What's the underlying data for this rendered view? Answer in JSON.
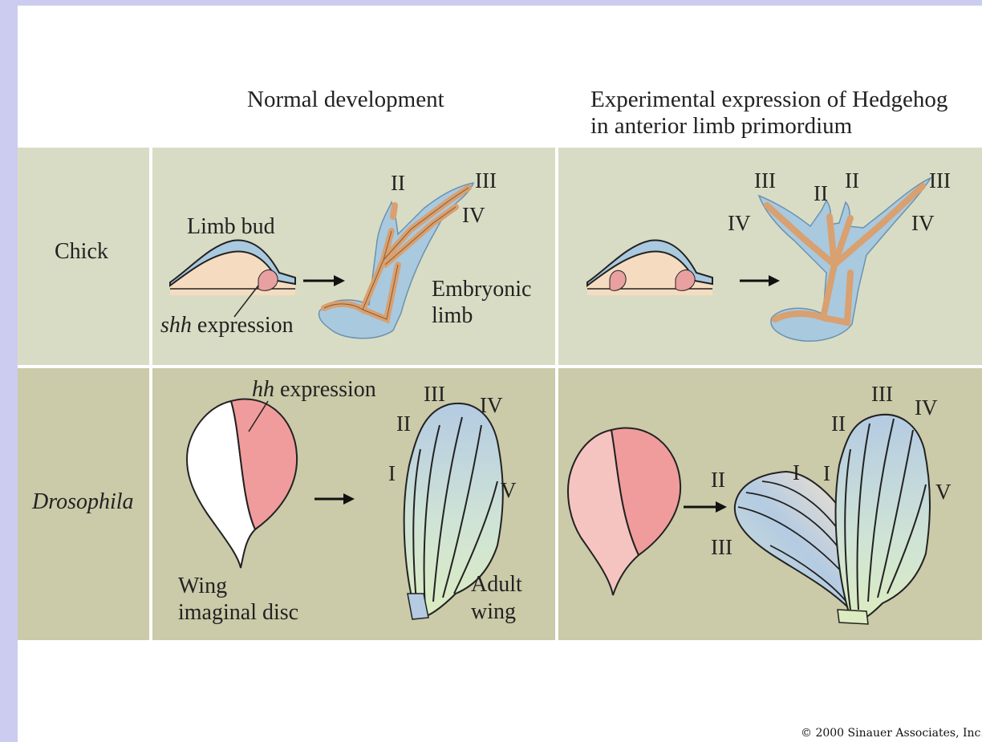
{
  "columns": {
    "normal": "Normal development",
    "experimental_line1": "Experimental expression of Hedgehog",
    "experimental_line2": "in anterior limb primordium"
  },
  "rows": {
    "chick": "Chick",
    "drosophila": "Drosophila"
  },
  "chick_normal": {
    "limb_bud": "Limb bud",
    "shh_italic": "shh",
    "shh_rest": " expression",
    "embryonic_line1": "Embryonic",
    "embryonic_line2": "limb",
    "digit_II": "II",
    "digit_III": "III",
    "digit_IV": "IV"
  },
  "chick_experimental": {
    "digit_III_left": "III",
    "digit_II_left": "II",
    "digit_II_right": "II",
    "digit_III_right": "III",
    "digit_IV_left": "IV",
    "digit_IV_right": "IV"
  },
  "dros_normal": {
    "hh_italic": "hh",
    "hh_rest": " expression",
    "wing_line1": "Wing",
    "wing_line2": "imaginal disc",
    "adult_line1": "Adult",
    "adult_line2": "wing",
    "vein_I": "I",
    "vein_II": "II",
    "vein_III": "III",
    "vein_IV": "IV",
    "vein_V": "V"
  },
  "dros_experimental": {
    "vein_III_top": "III",
    "vein_IV": "IV",
    "vein_II_top": "II",
    "vein_I_right": "I",
    "vein_I_mid": "I",
    "vein_II_left": "II",
    "vein_III_left": "III",
    "vein_V": "V"
  },
  "copyright": "© 2000 Sinauer Associates, Inc.",
  "colors": {
    "frame": "#ccccf0",
    "chick_row": "#d9dcc4",
    "dros_row": "#cbcaa9",
    "label_col_chick": "#dcdfc8",
    "blue_tissue": "#a9c9df",
    "bone": "#d9a070",
    "bud_core": "#f5dcc0",
    "zpa_pink": "#e8a0a0",
    "disc_pink": "#f09c9c",
    "disc_light_pink": "#f6c4c0"
  }
}
